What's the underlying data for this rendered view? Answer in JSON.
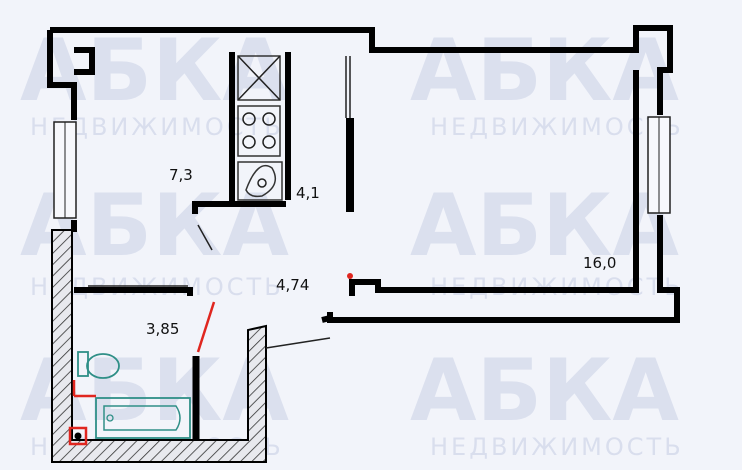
{
  "watermark": {
    "brand": "АБКА",
    "tagline": "НЕДВИЖИМОСТЬ"
  },
  "rooms": [
    {
      "key": "hall",
      "area": "7,3"
    },
    {
      "key": "kitchen",
      "area": "4,1"
    },
    {
      "key": "living",
      "area": "16,0"
    },
    {
      "key": "corridor",
      "area": "4,74"
    },
    {
      "key": "bathroom",
      "area": "3,85"
    }
  ],
  "colors": {
    "wall": "#000000",
    "background": "#f2f4fa",
    "door_swing": "#e0261f",
    "fixture": "#2f8f87",
    "watermark": "#c9d0e6"
  }
}
